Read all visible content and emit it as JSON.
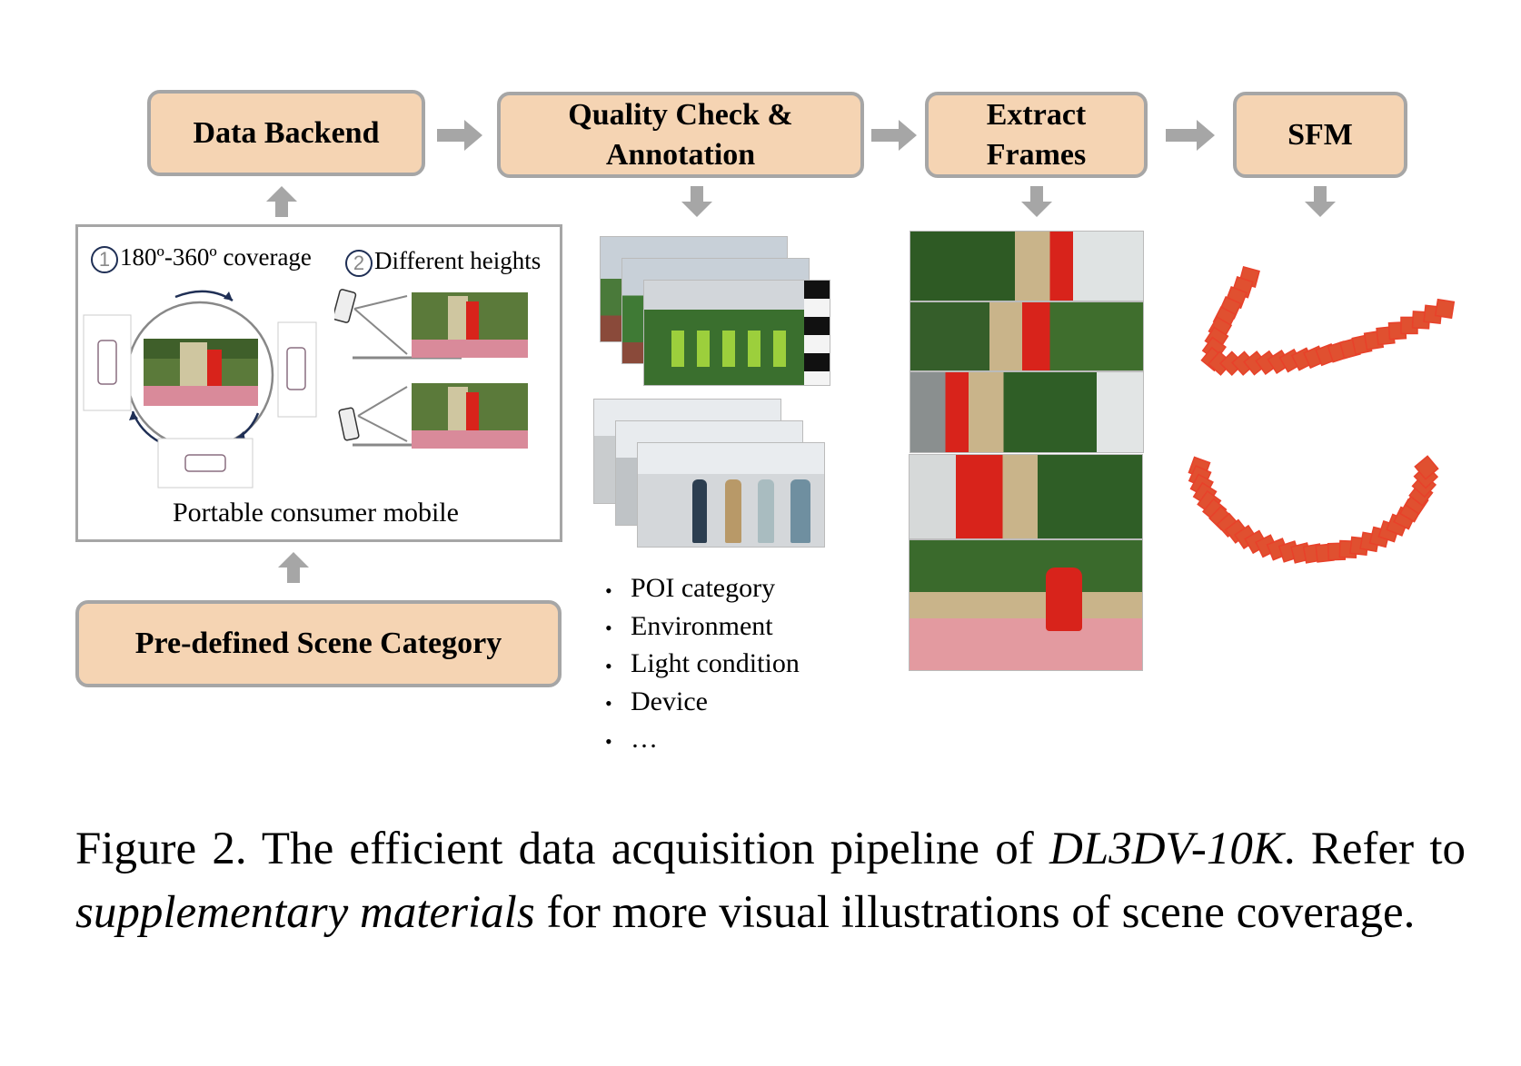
{
  "pipeline": {
    "steps": [
      {
        "label": "Data Backend"
      },
      {
        "label": "Quality Check & Annotation",
        "line1": "Quality Check &",
        "line2": "Annotation"
      },
      {
        "label": "Extract Frames",
        "line1": "Extract",
        "line2": "Frames"
      },
      {
        "label": "SFM"
      }
    ],
    "source": {
      "label": "Pre-defined Scene Category"
    }
  },
  "capture_panel": {
    "coverage": {
      "number": "1",
      "text": "180º-360º coverage"
    },
    "heights": {
      "number": "2",
      "text": "Different heights"
    },
    "footer": "Portable consumer mobile"
  },
  "annotations": {
    "items": [
      "POI category",
      "Environment",
      "Light condition",
      "Device",
      "…"
    ]
  },
  "colors": {
    "box_fill": "#f5d4b3",
    "box_border": "#a6a6a6",
    "arrow": "#a6a6a6",
    "camera_red": "#e8412a",
    "rotation_arrow": "#1f2f55"
  },
  "caption": {
    "prefix": "Figure 2.  The efficient data acquisition pipeline of ",
    "dataset": "DL3DV-10K",
    "mid1": ". Refer to ",
    "supp": "supplementary materials",
    "suffix": " for more visual illustrations of scene coverage."
  }
}
